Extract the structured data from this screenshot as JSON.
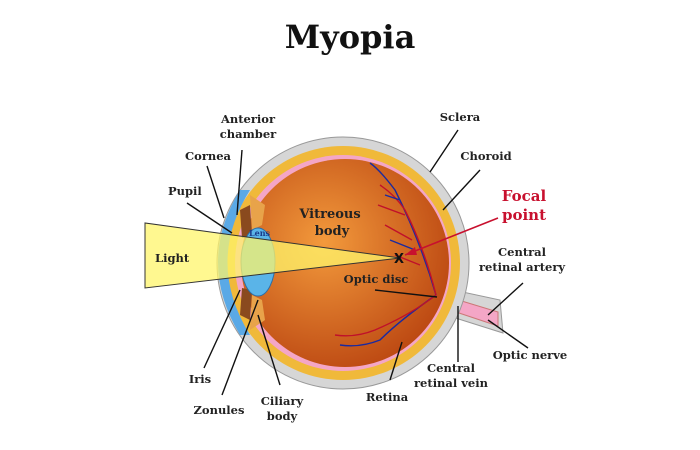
{
  "title": "Myopia",
  "labels": {
    "anterior_chamber": [
      "Anterior",
      "chamber"
    ],
    "cornea": "Cornea",
    "pupil": "Pupil",
    "light": "Light",
    "lens": "Lens",
    "vitreous_body": [
      "Vitreous",
      "body"
    ],
    "sclera": "Sclera",
    "choroid": "Choroid",
    "focal_point": [
      "Focal",
      "point"
    ],
    "focal_marker": "X",
    "central_retinal_artery": [
      "Central",
      "retinal artery"
    ],
    "optic_disc": "Optic disc",
    "optic_nerve": "Optic nerve",
    "central_retinal_vein": [
      "Central",
      "retinal vein"
    ],
    "retina": "Retina",
    "ciliary_body": [
      "Ciliary",
      "body"
    ],
    "zonules": "Zonules",
    "iris": "Iris"
  },
  "colors": {
    "focal": "#c8102e",
    "sclera": "#d6d6d6",
    "choroid": "#f0b93a",
    "retina": "#f4a6c6",
    "vitreous": "#d9661a",
    "light": "#fff56b",
    "cornea": "#5aa9e6"
  }
}
